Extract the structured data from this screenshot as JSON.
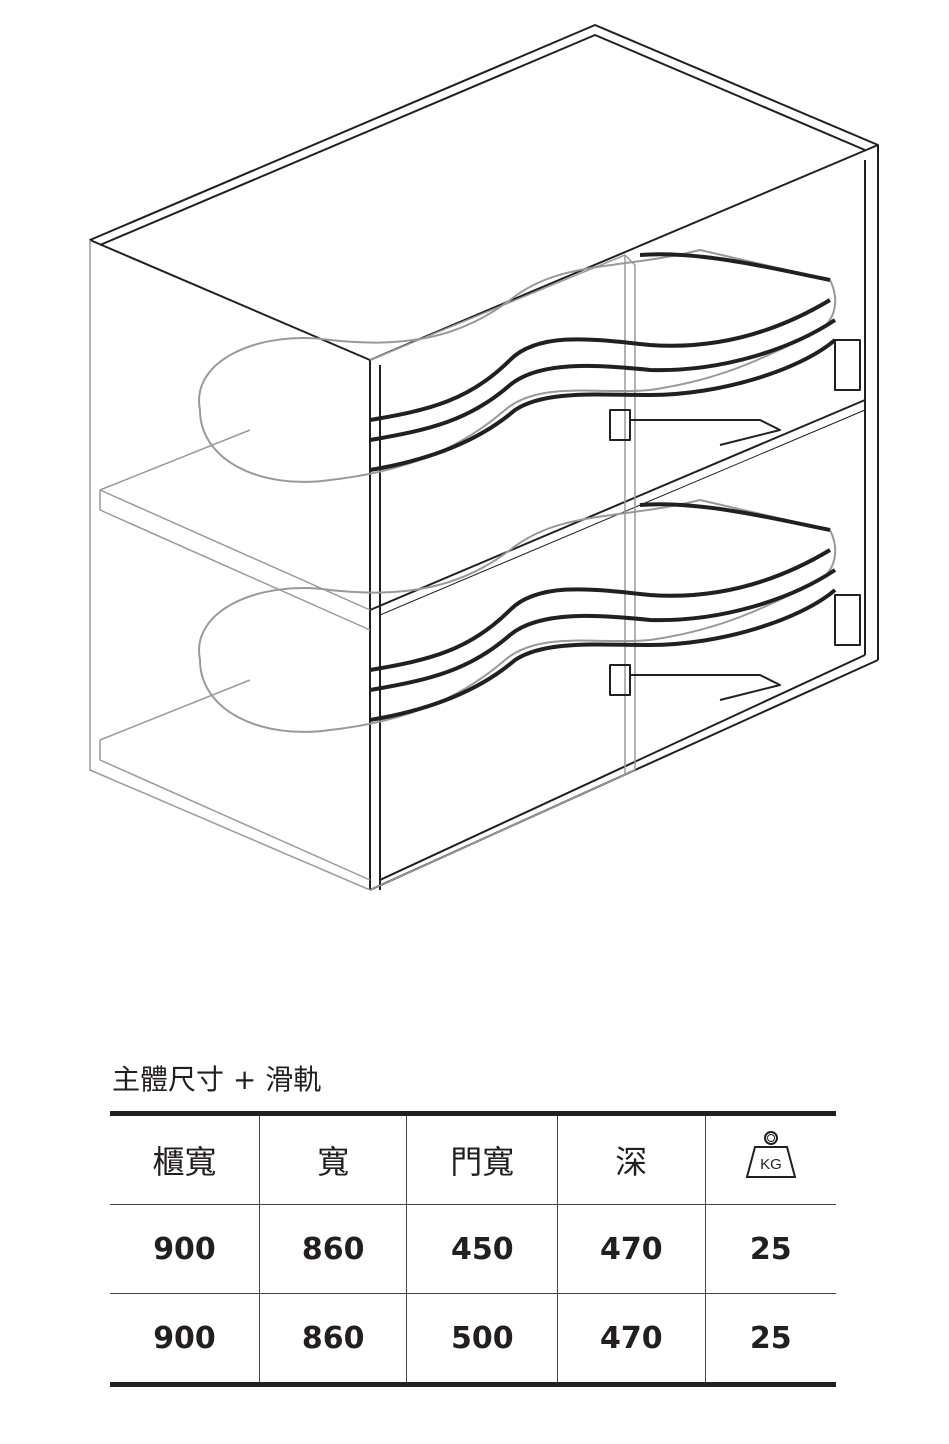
{
  "spec_table": {
    "title": "主體尺寸 + 滑軌",
    "headers": [
      "櫃寬",
      "寬",
      "門寬",
      "深"
    ],
    "weight_icon_label": "KG",
    "rows": [
      [
        "900",
        "860",
        "450",
        "470",
        "25"
      ],
      [
        "900",
        "860",
        "500",
        "470",
        "25"
      ]
    ]
  }
}
